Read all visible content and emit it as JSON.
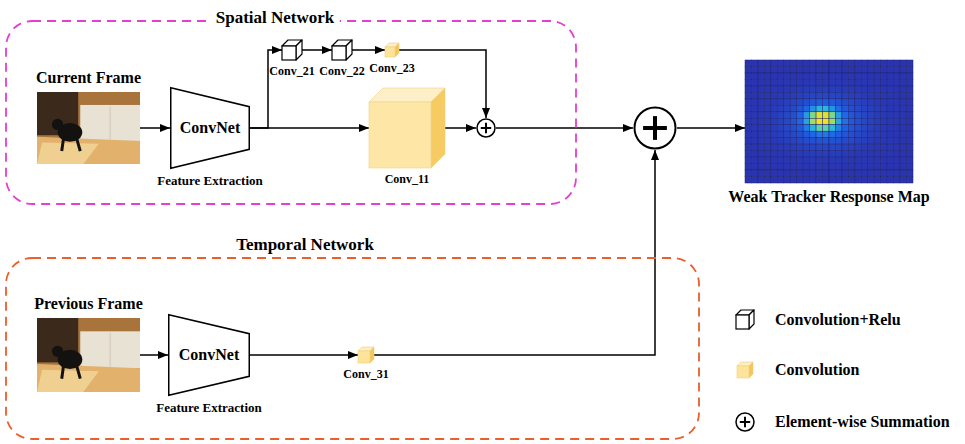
{
  "diagram": {
    "nodes": [
      {
        "text": [
          "Spatial Network"
        ]
      },
      {
        "text": [
          "Current Frame"
        ],
        "in": 0
      },
      {
        "text": [
          "ConvNet",
          "Feature Extraction"
        ],
        "in": 0
      },
      {
        "text": [
          "Conv_21"
        ],
        "in": 0
      },
      {
        "text": [
          "Conv_22"
        ],
        "in": 0
      },
      {
        "text": [
          "Conv_23"
        ],
        "in": 0
      },
      {
        "text": [
          "Conv_11"
        ],
        "in": 0
      },
      {
        "text": [],
        "in": 0
      },
      {
        "text": []
      },
      {
        "text": [
          "Weak Tracker Response Map"
        ]
      },
      {
        "text": [
          "Temporal Network"
        ]
      },
      {
        "text": [
          "Previous Frame"
        ],
        "in": 10
      },
      {
        "text": [
          "ConvNet",
          "Feature Extraction"
        ],
        "in": 10
      },
      {
        "text": [
          "Conv_31"
        ],
        "in": 10
      }
    ],
    "edges": [
      {
        "from": 1,
        "to": 2,
        "arrow": "to"
      },
      {
        "from": 2,
        "to": 3,
        "arrow": "to"
      },
      {
        "from": 3,
        "to": 4,
        "arrow": "to"
      },
      {
        "from": 4,
        "to": 5,
        "arrow": "to"
      },
      {
        "from": 5,
        "to": 7,
        "arrow": "to"
      },
      {
        "from": 2,
        "to": 6,
        "arrow": "to"
      },
      {
        "from": 6,
        "to": 7,
        "arrow": "to"
      },
      {
        "from": 7,
        "to": 8,
        "arrow": "to"
      },
      {
        "from": 8,
        "to": 9,
        "arrow": "to"
      },
      {
        "from": 11,
        "to": 12,
        "arrow": "to"
      },
      {
        "from": 12,
        "to": 13,
        "arrow": "to"
      },
      {
        "from": 13,
        "to": 8,
        "arrow": "to"
      }
    ],
    "legend": [
      {
        "text": "Convolution+Relu"
      },
      {
        "text": "Convolution"
      },
      {
        "text": "Element-wise Summation"
      }
    ]
  }
}
